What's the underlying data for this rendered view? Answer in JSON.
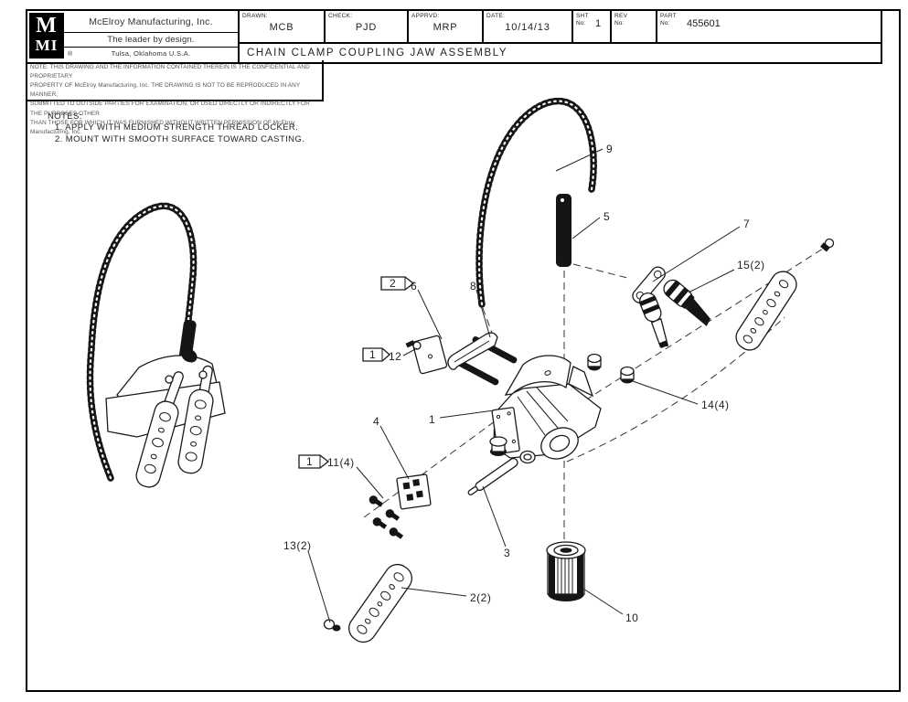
{
  "title_block": {
    "logo_top": "M",
    "logo_bottom": "MI",
    "company": "McElroy Manufacturing, Inc.",
    "tagline": "The leader by design.",
    "registered_mark": "®",
    "location": "Tulsa, Oklahoma U.S.A.",
    "drawn_label": "DRAWN:",
    "drawn_value": "MCB",
    "check_label": "CHECK:",
    "check_value": "PJD",
    "apprvd_label": "APPRVD:",
    "apprvd_value": "MRP",
    "date_label": "DATE:",
    "date_value": "10/14/13",
    "sht_label1": "SHT",
    "sht_label2": "No:",
    "sht_value": "1",
    "rev_label1": "REV",
    "rev_label2": "No:",
    "rev_value": "",
    "part_label1": "PART",
    "part_label2": "No:",
    "part_value": "455601",
    "drawing_title": "CHAIN CLAMP COUPLING JAW ASSEMBLY"
  },
  "confidentiality_note": {
    "line1": "NOTE: THIS DRAWING AND THE INFORMATION CONTAINED THEREIN IS THE CONFIDENTIAL AND PROPRIETARY",
    "line2": "PROPERTY OF McElroy Manufacturing, Inc. THE DRAWING IS NOT TO BE REPRODUCED IN ANY MANNER,",
    "line3": "SUBMITTED TO OUTSIDE PARTIES FOR EXAMINATION, OR USED DIRECTLY OR INDIRECTLY FOR THE PURPOSES OTHER",
    "line4": "THAN THOSE FOR WHICH IT WAS FURNISHED WITHOUT WRITTEN PERMISSION OF McElroy Manufacturing, Inc."
  },
  "notes": {
    "heading": "NOTES:",
    "item1": "1. APPLY WITH MEDIUM STRENGTH THREAD LOCKER.",
    "item2": "2. MOUNT WITH SMOOTH SURFACE TOWARD CASTING."
  },
  "diagram": {
    "line_color": "#1a1a1a",
    "callouts": [
      {
        "label": "9"
      },
      {
        "label": "5"
      },
      {
        "label": "7"
      },
      {
        "label": "15(2)"
      },
      {
        "label": "6"
      },
      {
        "label": "8"
      },
      {
        "label": "12"
      },
      {
        "label": "1"
      },
      {
        "label": "4"
      },
      {
        "label": "11(4)"
      },
      {
        "label": "14(4)"
      },
      {
        "label": "3"
      },
      {
        "label": "13(2)"
      },
      {
        "label": "2(2)"
      },
      {
        "label": "10"
      }
    ],
    "flags": [
      {
        "label": "2"
      },
      {
        "label": "1"
      },
      {
        "label": "1"
      }
    ]
  }
}
